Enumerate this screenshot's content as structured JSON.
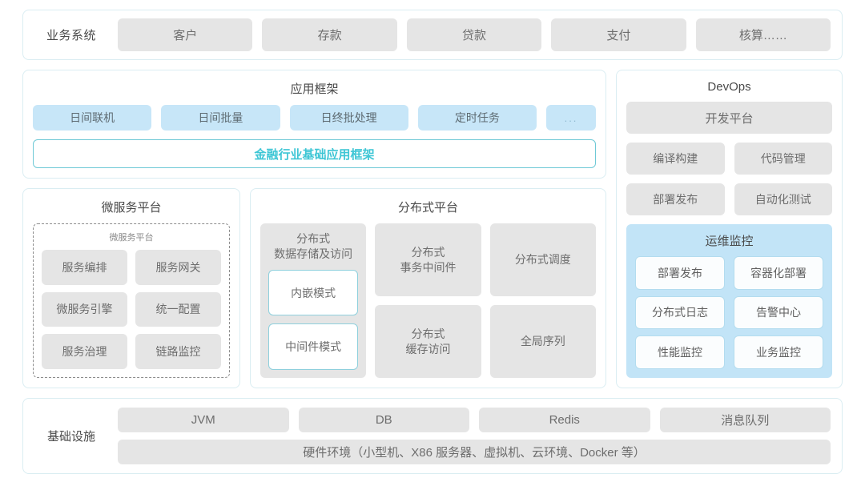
{
  "business_systems": {
    "label": "业务系统",
    "items": [
      "客户",
      "存款",
      "贷款",
      "支付",
      "核算……"
    ]
  },
  "app_framework": {
    "title": "应用框架",
    "modules": [
      "日间联机",
      "日间批量",
      "日终批处理",
      "定时任务"
    ],
    "ellipsis": "...",
    "accent_box": "金融行业基础应用框架",
    "accent_color": "#3ec6d5"
  },
  "micro_service": {
    "title": "微服务平台",
    "inner_title": "微服务平台",
    "items": [
      "服务编排",
      "服务网关",
      "微服务引擎",
      "统一配置",
      "服务治理",
      "链路监控"
    ]
  },
  "distributed": {
    "title": "分布式平台",
    "storage": {
      "title": "分布式\n数据存储及访问",
      "title_line1": "分布式",
      "title_line2": "数据存储及访问",
      "modes": [
        "内嵌模式",
        "中间件模式"
      ]
    },
    "cells": [
      {
        "line1": "分布式",
        "line2": "事务中间件"
      },
      {
        "line1": "分布式调度",
        "line2": ""
      },
      {
        "line1": "分布式",
        "line2": "缓存访问"
      },
      {
        "line1": "全局序列",
        "line2": ""
      }
    ]
  },
  "devops": {
    "title": "DevOps",
    "platform": "开发平台",
    "items": [
      "编译构建",
      "代码管理",
      "部署发布",
      "自动化测试"
    ],
    "ops_monitor": {
      "title": "运维监控",
      "items": [
        "部署发布",
        "容器化部署",
        "分布式日志",
        "告警中心",
        "性能监控",
        "业务监控"
      ],
      "panel_color": "#c2e4f7"
    }
  },
  "infrastructure": {
    "label": "基础设施",
    "items": [
      "JVM",
      "DB",
      "Redis",
      "消息队列"
    ],
    "hardware": "硬件环境（小型机、X86 服务器、虚拟机、云环境、Docker 等）"
  },
  "colors": {
    "grey_box": "#e5e5e5",
    "blue_box": "#c7e6f8",
    "border": "#daedf2",
    "accent": "#3ec6d5"
  }
}
